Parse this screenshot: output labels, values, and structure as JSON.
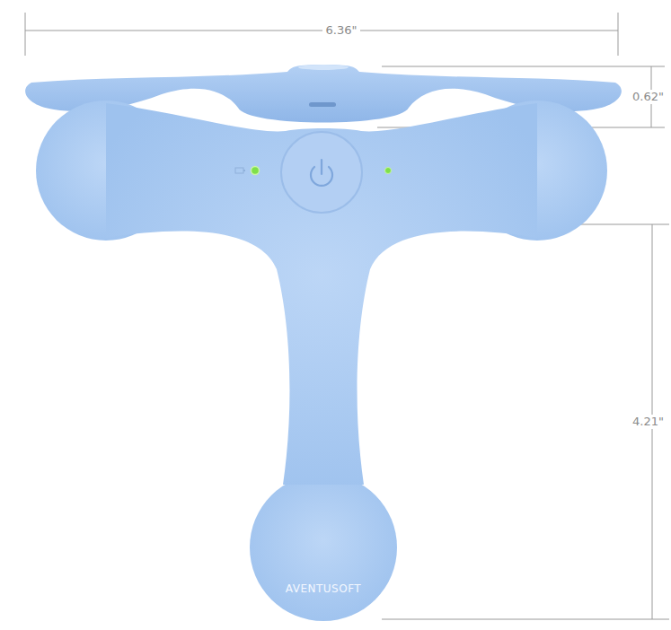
{
  "diagram": {
    "labels": [
      "6.36\"",
      "0.62\"",
      "4.21\"",
      "AVENTUSOFT"
    ]
  }
}
